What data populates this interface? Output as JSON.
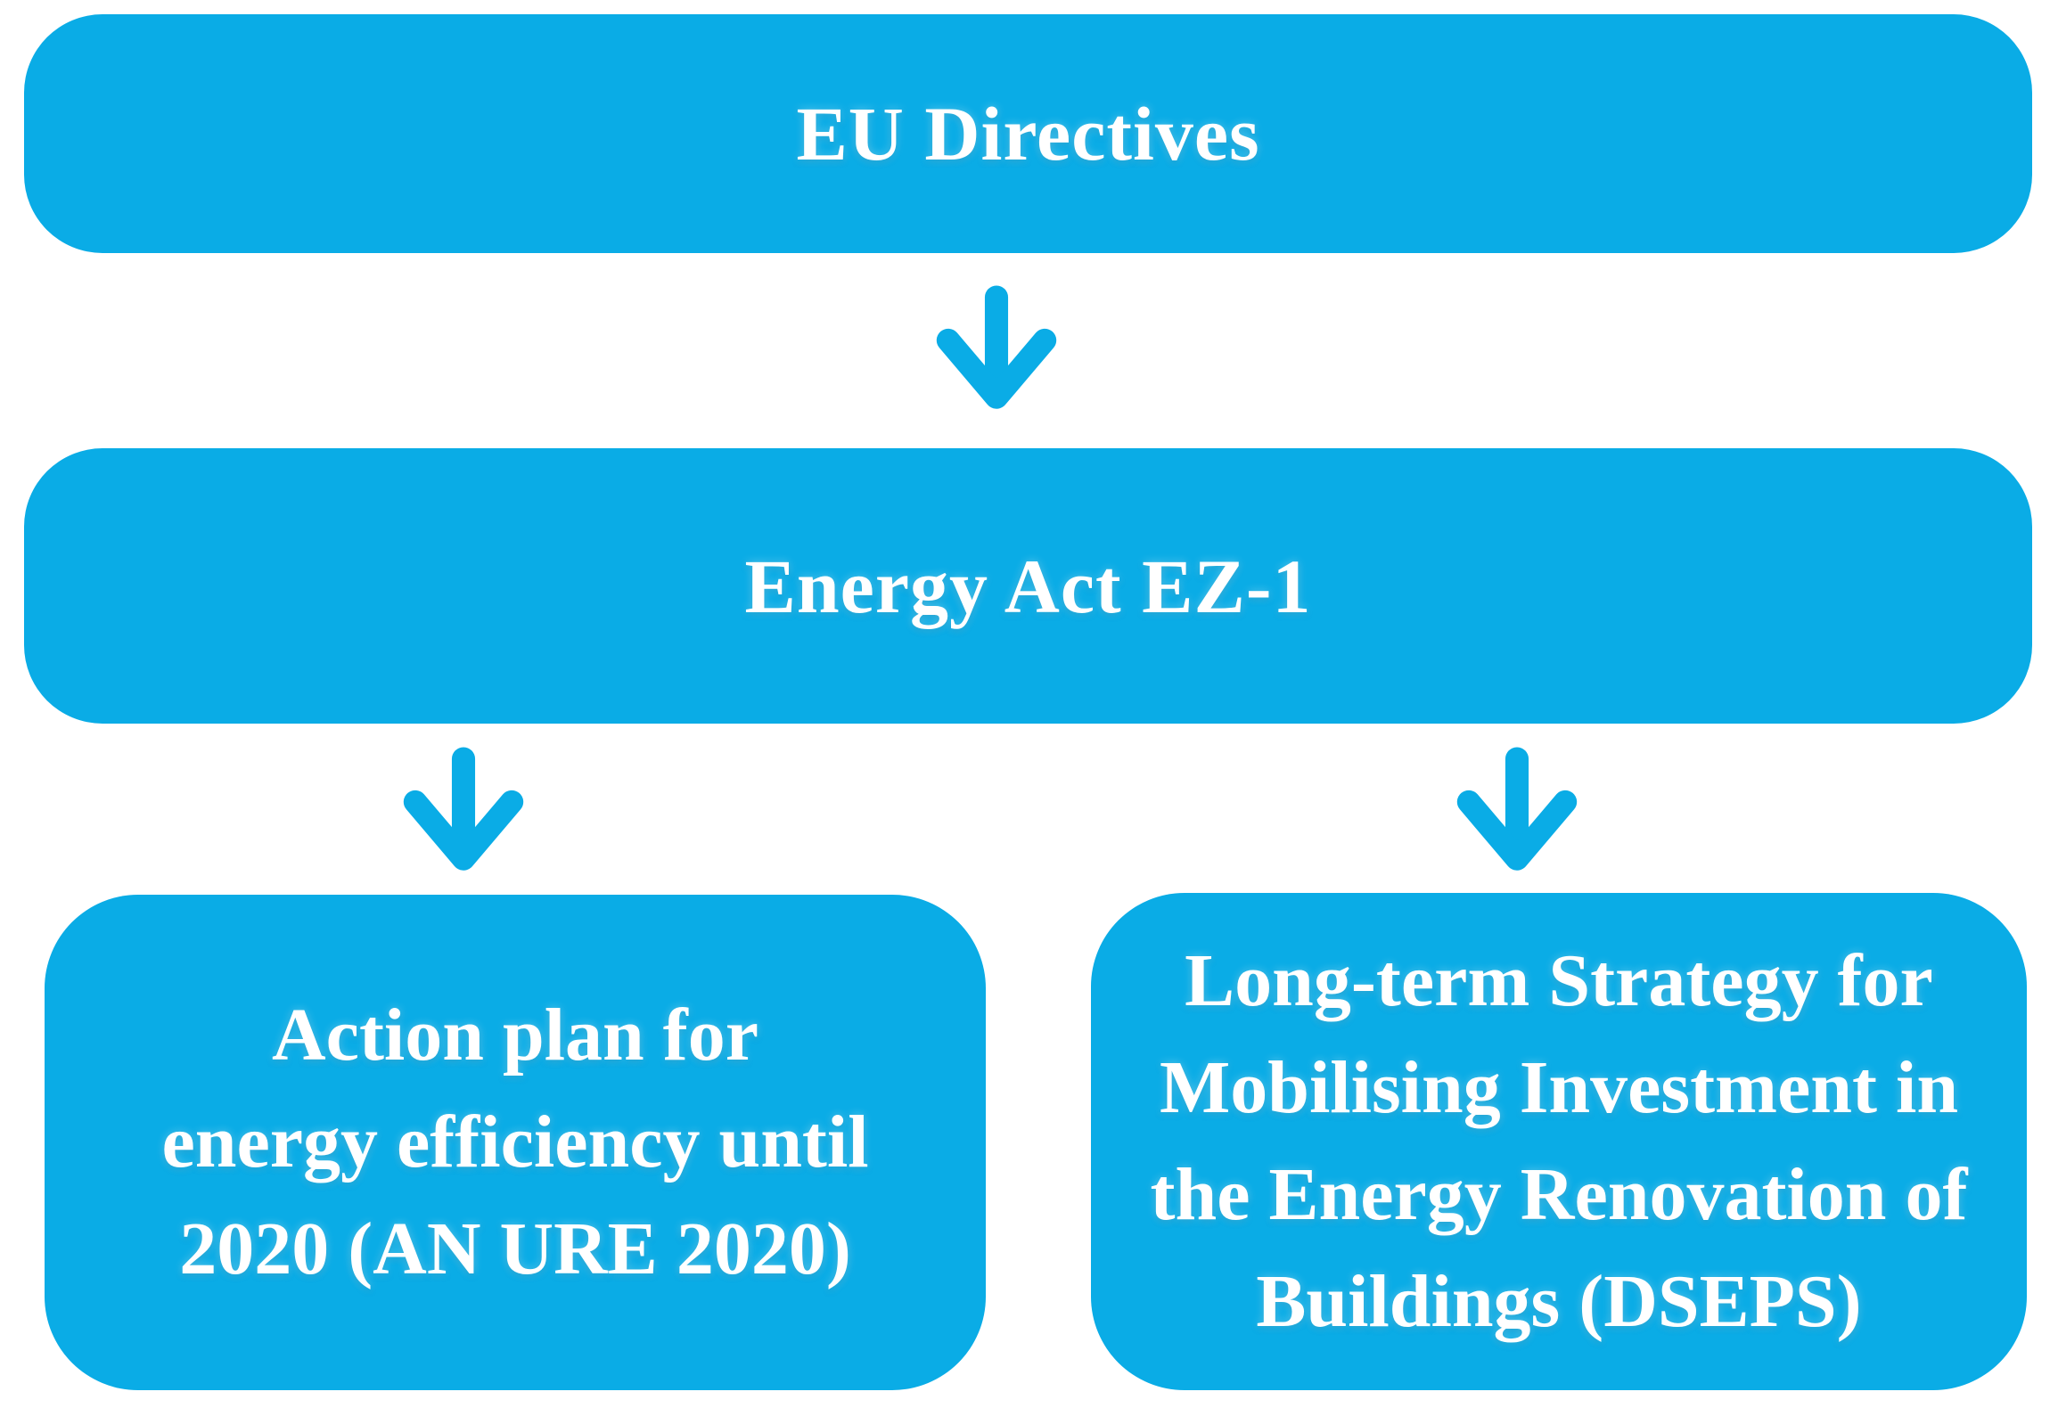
{
  "figure": {
    "type": "flowchart",
    "background_color": "#ffffff",
    "node_fill_color": "#0aace6",
    "node_text_color": "#ffffff",
    "arrow_color": "#0aace6"
  },
  "nodes": {
    "eu": {
      "label": "EU Directives"
    },
    "act": {
      "label": "Energy Act EZ-1"
    },
    "plan": {
      "label": "Action plan for energy efficiency until 2020 (AN URE 2020)",
      "lines": [
        "Action plan for",
        "energy efficiency until",
        "2020 (AN URE 2020)"
      ]
    },
    "strategy": {
      "label": "Long-term Strategy for Mobilising Investment in the Energy Renovation of Buildings (DSEPS)",
      "lines": [
        "Long-term Strategy for",
        "Mobilising Investment in",
        "the Energy Renovation of",
        "Buildings (DSEPS)"
      ]
    }
  },
  "edges": [
    {
      "from": "EU Directives",
      "to": "Energy Act EZ-1"
    },
    {
      "from": "Energy Act EZ-1",
      "to": "Action plan for energy efficiency until 2020 (AN URE 2020)"
    },
    {
      "from": "Energy Act EZ-1",
      "to": "Long-term Strategy for Mobilising Investment in the Energy Renovation of Buildings (DSEPS)"
    }
  ]
}
